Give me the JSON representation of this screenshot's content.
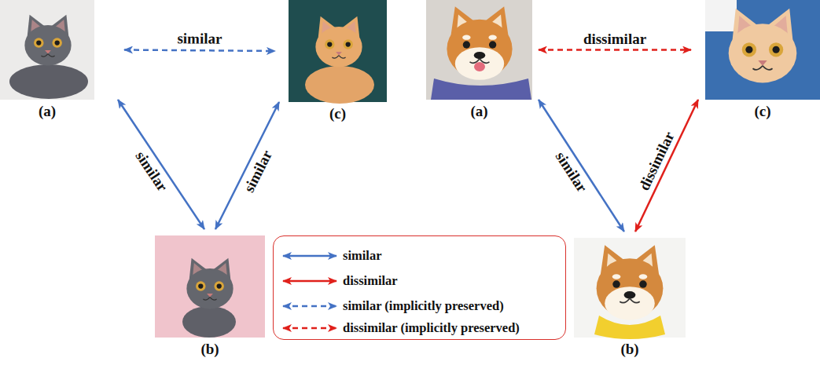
{
  "diagram": {
    "nodes": [
      {
        "text": [
          "(a)"
        ]
      },
      {
        "text": [
          "(c)"
        ]
      },
      {
        "text": [
          "(a)"
        ]
      },
      {
        "text": [
          "(c)"
        ]
      },
      {
        "text": [
          "(b)"
        ]
      },
      {
        "text": [
          "(b)"
        ]
      }
    ],
    "edges": [
      {
        "from": 0,
        "to": 1,
        "arrow": "both",
        "label": "similar"
      },
      {
        "from": 0,
        "to": 4,
        "arrow": "both",
        "label": "similar"
      },
      {
        "from": 1,
        "to": 4,
        "arrow": "both",
        "label": "similar"
      },
      {
        "from": 2,
        "to": 3,
        "arrow": "both",
        "label": "dissimilar"
      },
      {
        "from": 2,
        "to": 5,
        "arrow": "both",
        "label": "similar"
      },
      {
        "from": 5,
        "to": 3,
        "arrow": "both",
        "label": "dissimilar"
      }
    ],
    "legend": [
      {
        "text": "similar"
      },
      {
        "text": "dissimilar"
      },
      {
        "text": "similar (implicitly preserved)"
      },
      {
        "text": "dissimilar (implicitly preserved)"
      }
    ]
  }
}
